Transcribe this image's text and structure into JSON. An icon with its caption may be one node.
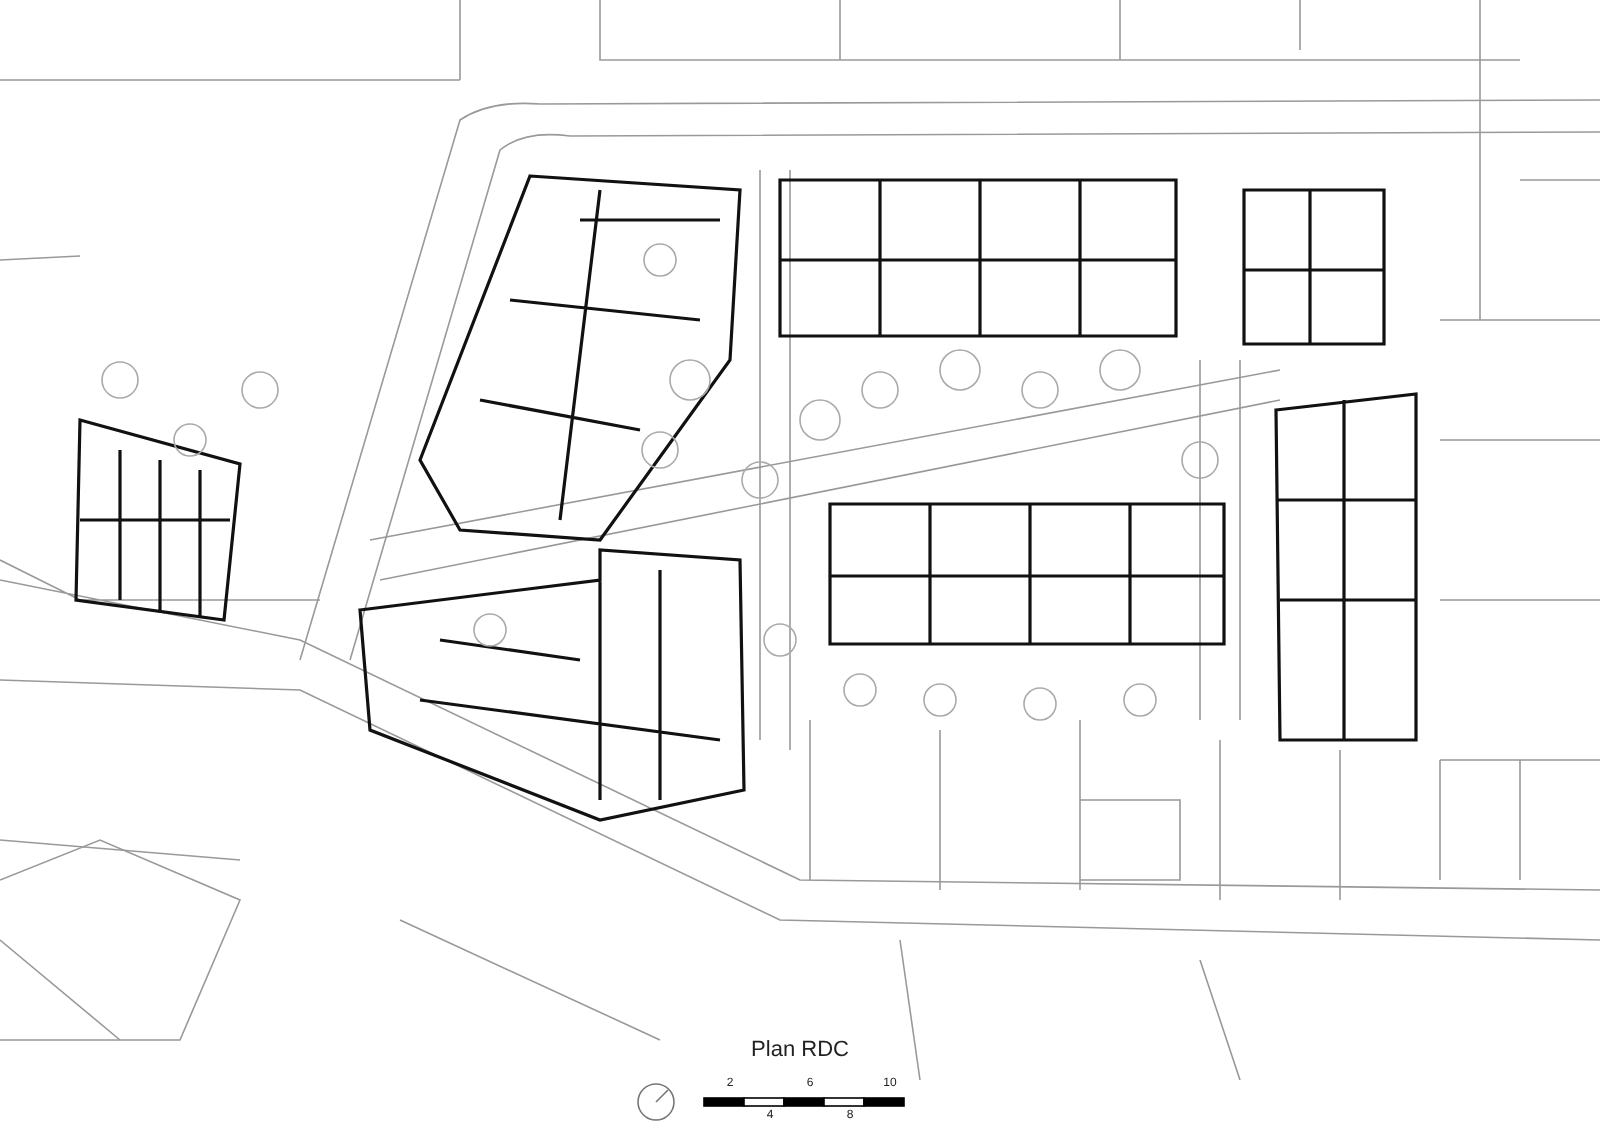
{
  "diagram": {
    "title": "Plan RDC",
    "labels": [
      "2",
      "6",
      "10",
      "4",
      "8"
    ]
  }
}
